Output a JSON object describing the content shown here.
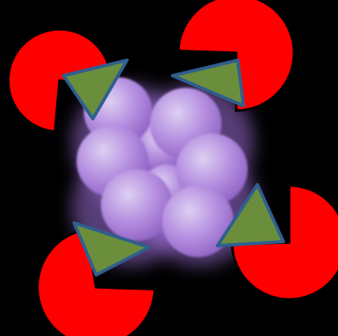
{
  "canvas": {
    "background_color": "#000000"
  },
  "palette": {
    "pacman_fill": "#ff0000",
    "pacman_outline": "#000000",
    "triangle_fill": "#6b8e3d",
    "triangle_outline": "#2f5f8f",
    "sphere_center": "#ded0f2",
    "sphere_mid": "#b58fe0",
    "sphere_edge": "#8f62c4",
    "glow_color": "#9b6dd6"
  },
  "objects": {
    "pacmen_count": 4,
    "triangles_count": 4,
    "spheres_count": 8
  }
}
